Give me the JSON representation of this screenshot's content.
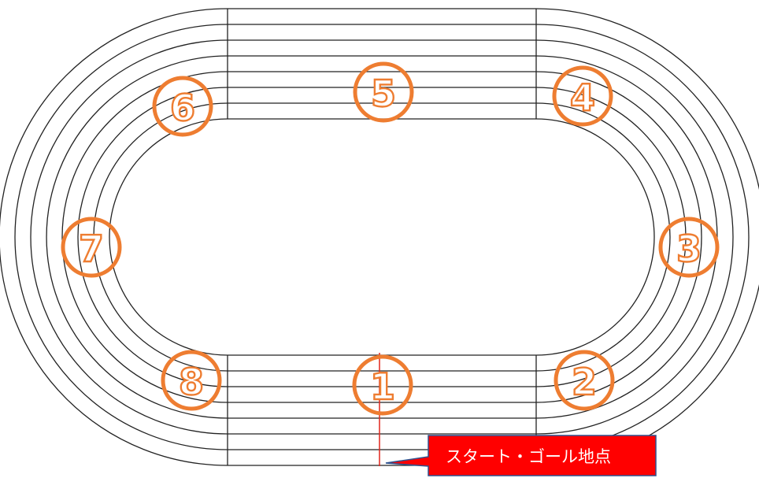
{
  "colors": {
    "track_lines": "#222222",
    "marker": "#ee7d31",
    "start_line": "#e0261b",
    "callout_fill": "#ff0000",
    "callout_border": "#2f528f",
    "callout_text": "#ffffff"
  },
  "lane_count": 7,
  "markers": [
    {
      "label": "1"
    },
    {
      "label": "2"
    },
    {
      "label": "3"
    },
    {
      "label": "4"
    },
    {
      "label": "5"
    },
    {
      "label": "6"
    },
    {
      "label": "7"
    },
    {
      "label": "8"
    }
  ],
  "callout": {
    "text": "スタート・ゴール地点"
  }
}
